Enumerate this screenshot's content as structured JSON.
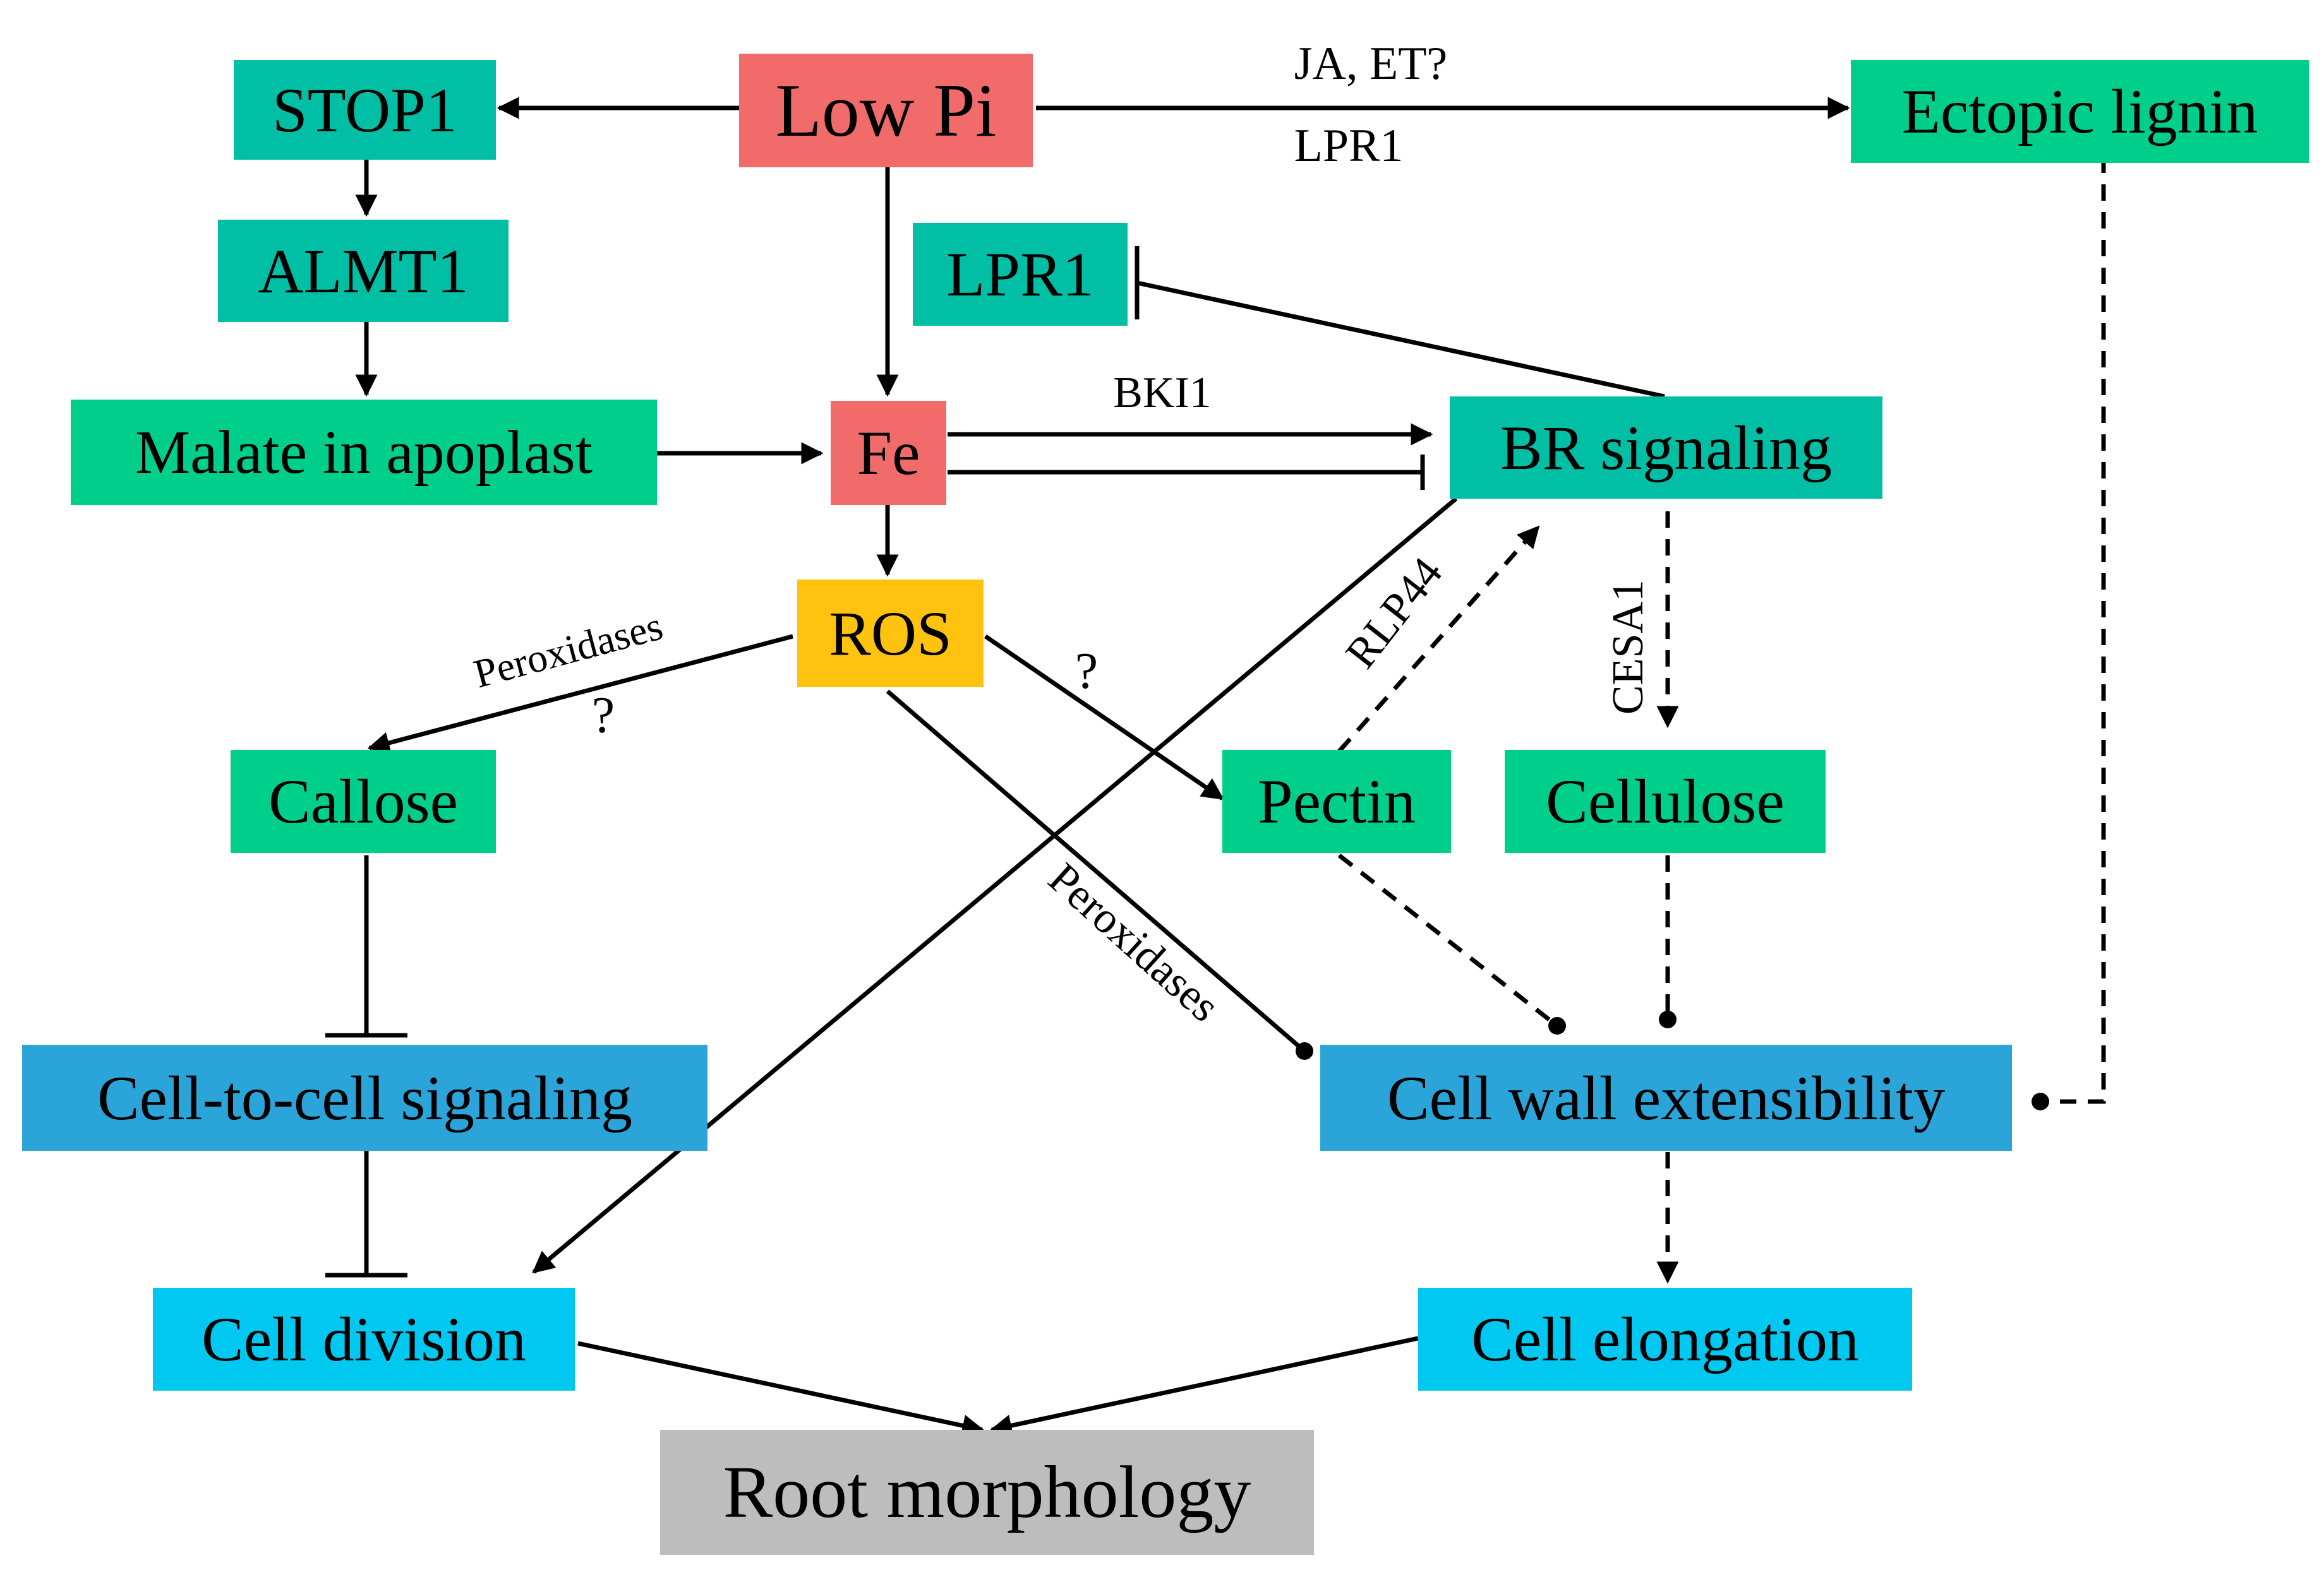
{
  "colors": {
    "red": "#f26b6b",
    "teal": "#00bfa5",
    "green": "#00cf8b",
    "orange": "#ffc20e",
    "blue": "#2aa4d9",
    "cyan": "#00c8f0",
    "gray": "#bdbdbd"
  },
  "nodes": {
    "low_pi": "Low Pi",
    "stop1": "STOP1",
    "almt1": "ALMT1",
    "malate": "Malate in apoplast",
    "fe": "Fe",
    "lpr1": "LPR1",
    "ectopic_lignin": "Ectopic lignin",
    "br_signaling": "BR signaling",
    "ros": "ROS",
    "callose": "Callose",
    "pectin": "Pectin",
    "cellulose": "Cellulose",
    "cell_to_cell": "Cell-to-cell signaling",
    "cell_wall": "Cell wall extensibility",
    "cell_division": "Cell division",
    "cell_elongation": "Cell elongation",
    "root_morphology": "Root morphology"
  },
  "edge_labels": {
    "ja_et": "JA, ET?",
    "lpr1_edge": "LPR1",
    "bki1": "BKI1",
    "peroxidases_left": "Peroxidases",
    "question_left": "?",
    "question_right": "?",
    "rlp44": "RLP44",
    "cesa1": "CESA1",
    "peroxidases_diag": "Peroxidases"
  }
}
